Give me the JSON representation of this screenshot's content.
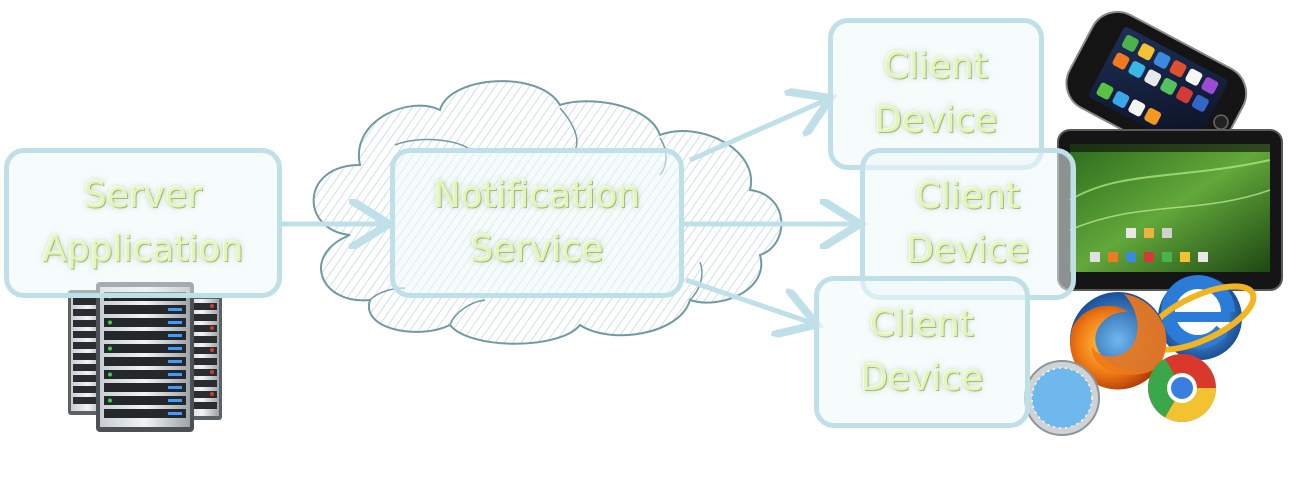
{
  "nodes": {
    "server": {
      "line1": "Server",
      "line2": "Application"
    },
    "notification": {
      "line1": "Notification",
      "line2": "Service"
    },
    "client1": {
      "line1": "Client",
      "line2": "Device"
    },
    "client2": {
      "line1": "Client",
      "line2": "Device"
    },
    "client3": {
      "line1": "Client",
      "line2": "Device"
    }
  },
  "colors": {
    "box_border": "#bfe0e8",
    "arrow": "#bfe0e8",
    "label_fill": "#e3f5bd",
    "cloud_stroke": "#6f9aa4"
  },
  "icons": [
    "server-rack-icon",
    "cloud-icon",
    "smartphone-icon",
    "tablet-icon",
    "browser-logos-icon"
  ]
}
